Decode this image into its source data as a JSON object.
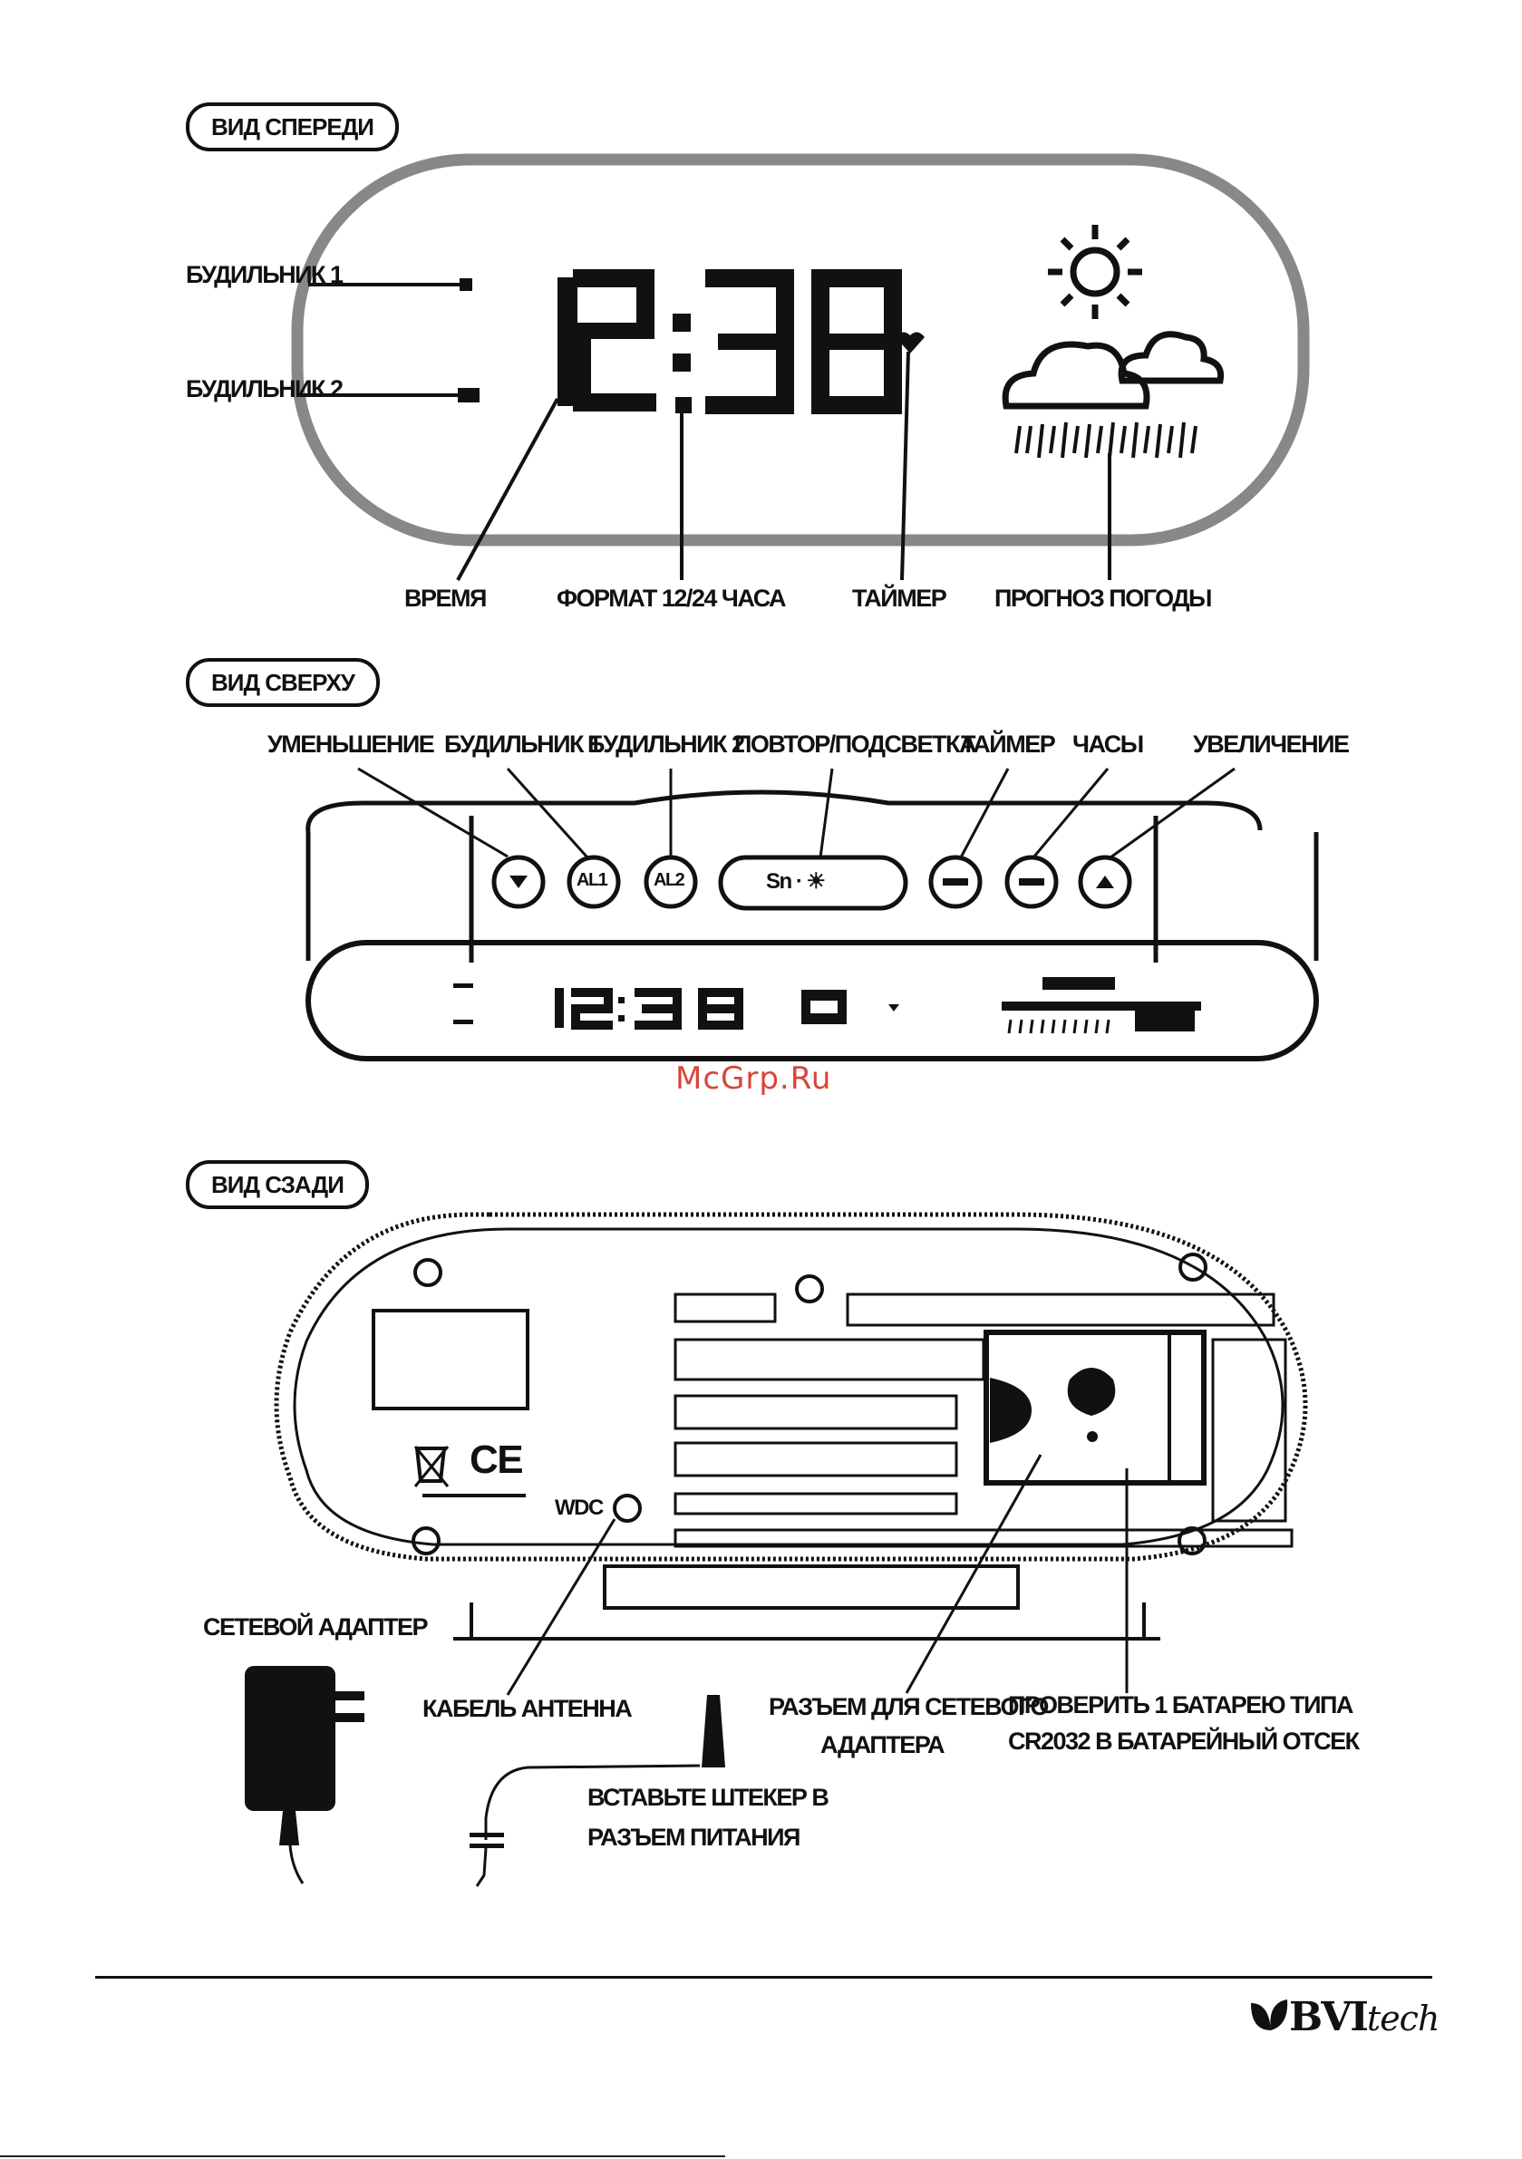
{
  "sections": {
    "front": "ВИД СПЕРЕДИ",
    "top": "ВИД СВЕРХУ",
    "back": "ВИД СЗАДИ"
  },
  "front_view": {
    "indicator_1": "БУДИЛЬНИК 1",
    "indicator_2": "БУДИЛЬНИК 2",
    "time_display": "12:38",
    "labels": {
      "time": "ВРЕМЯ",
      "format": "ФОРМАТ 12/24 ЧАСА",
      "timer": "ТАЙМЕР",
      "forecast": "ПРОГНОЗ ПОГОДЫ"
    }
  },
  "top_view": {
    "labels": {
      "down": "УМЕНЬШЕНИЕ",
      "alarm1": "БУДИЛЬНИК 1",
      "alarm2": "БУДИЛЬНИК 2",
      "snooze": "ПОВТОР/ПОДСВЕТКА",
      "timer": "ТАЙМЕР",
      "clock": "ЧАСЫ",
      "up": "УВЕЛИЧЕНИЕ"
    },
    "buttons": {
      "a1": "AL1",
      "a2": "AL2",
      "snooze": "Sn · ☀"
    },
    "display": "12:38"
  },
  "back_view": {
    "labels": {
      "adapter": "СЕТЕВОЙ АДАПТЕР",
      "antenna": "КАБЕЛЬ АНТЕННА",
      "dc_jack_line1": "РАЗЪЕМ ДЛЯ СЕТЕВОГО",
      "dc_jack_line2": "АДАПТЕРА",
      "battery_line1": "ПРОВЕРИТЬ 1 БАТАРЕЮ ТИПА",
      "battery_line2": "CR2032 В БАТАРЕЙНЫЙ ОТСЕК",
      "plug_line1": "ВСТАВЬТЕ ШТЕКЕР В",
      "plug_line2": "РАЗЪЕМ ПИТАНИЯ"
    },
    "dc_mark": "WDC",
    "ce_mark": "CE"
  },
  "watermark": "McGrp.Ru",
  "logo": {
    "brand": "BVI",
    "suffix": "tech"
  }
}
